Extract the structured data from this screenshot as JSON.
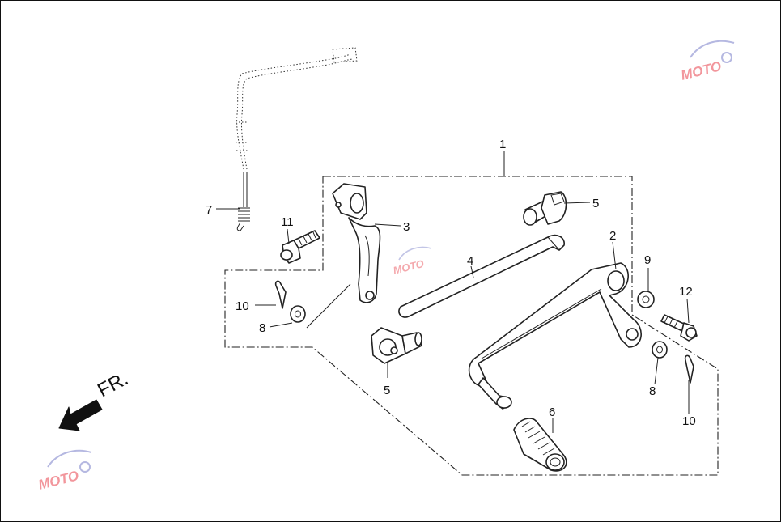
{
  "diagram": {
    "direction_label": "FR.",
    "callouts": {
      "c1": "1",
      "c2": "2",
      "c3": "3",
      "c4": "4",
      "c5a": "5",
      "c5b": "5",
      "c6": "6",
      "c7": "7",
      "c8a": "8",
      "c8b": "8",
      "c9": "9",
      "c10a": "10",
      "c10b": "10",
      "c11": "11",
      "c12": "12"
    },
    "watermark": {
      "text": "MOTO",
      "colors": {
        "primary": "#e8424c",
        "secondary": "#7a7fc9"
      }
    }
  }
}
